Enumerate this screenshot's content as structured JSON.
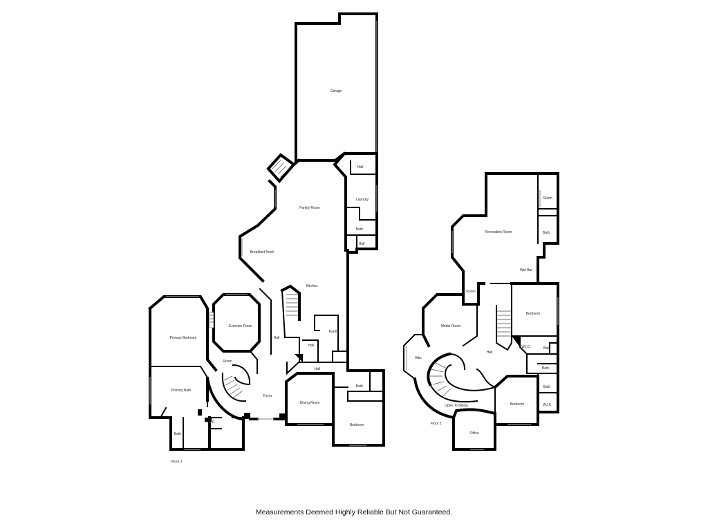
{
  "floor1": {
    "label": "Floor 1",
    "rooms": {
      "garage": "Garage",
      "hall_top": "Hall",
      "laundry": "Laundry",
      "family_room": "Family Room",
      "bath_1": "Bath",
      "hall_2": "Hall",
      "breakfast_nook": "Breakfast Nook",
      "kitchen": "Kitchen",
      "exercise_room": "Exercise Room",
      "primary_bedroom": "Primary Bedroom",
      "hall_3": "Hall",
      "pantry": "Pantry",
      "hall_4": "Hall",
      "room": "Room",
      "hall_5": "Hall",
      "primary_bath": "Primary Bath",
      "bath_2": "Bath",
      "foyer": "Foyer",
      "dining_room": "Dining Room",
      "wic": "W.I.C.",
      "bedroom": "Bedroom",
      "bath_3": "Bath"
    }
  },
  "floor2": {
    "label": "Floor 2",
    "rooms": {
      "room_top": "Room",
      "recreation_room": "Recreation Room",
      "bath_top": "Bath",
      "wet_bar": "Wet Bar",
      "room_2": "Room",
      "media_room": "Media Room",
      "bedroom_1": "Bedroom",
      "wic_1": "W.I.C.",
      "hall": "Hall",
      "bath_1": "Bath",
      "attic": "Attic",
      "bath_2": "Bath",
      "bath_3": "Bath",
      "open_to_below": "Open To Below",
      "bedroom_2": "Bedroom",
      "wic_2": "W.I.C.",
      "office": "Office"
    }
  },
  "disclaimer": "Measurements Deemed Highly Reliable But Not Guaranteed."
}
